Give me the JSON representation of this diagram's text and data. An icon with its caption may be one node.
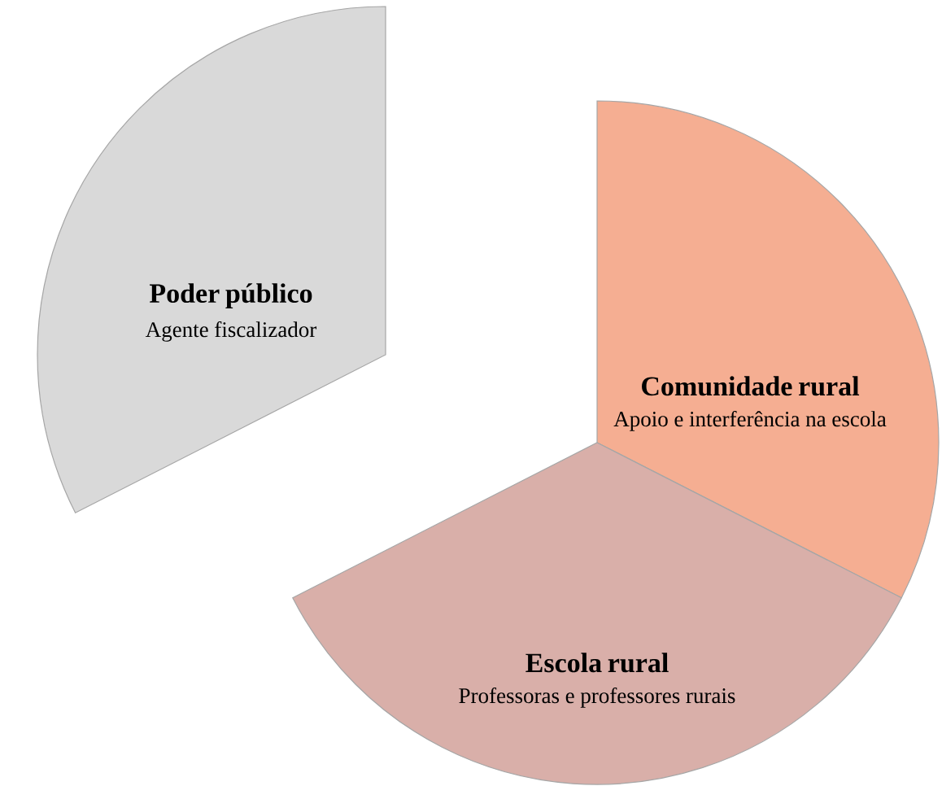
{
  "diagram": {
    "nodes": [
      {
        "text": [
          "Poder público",
          "Agente fiscalizador"
        ]
      },
      {
        "text": [
          "Comunidade rural",
          "Apoio e interferência na escola"
        ]
      },
      {
        "text": [
          "Escola rural",
          "Professoras e professores rurais"
        ]
      }
    ]
  }
}
